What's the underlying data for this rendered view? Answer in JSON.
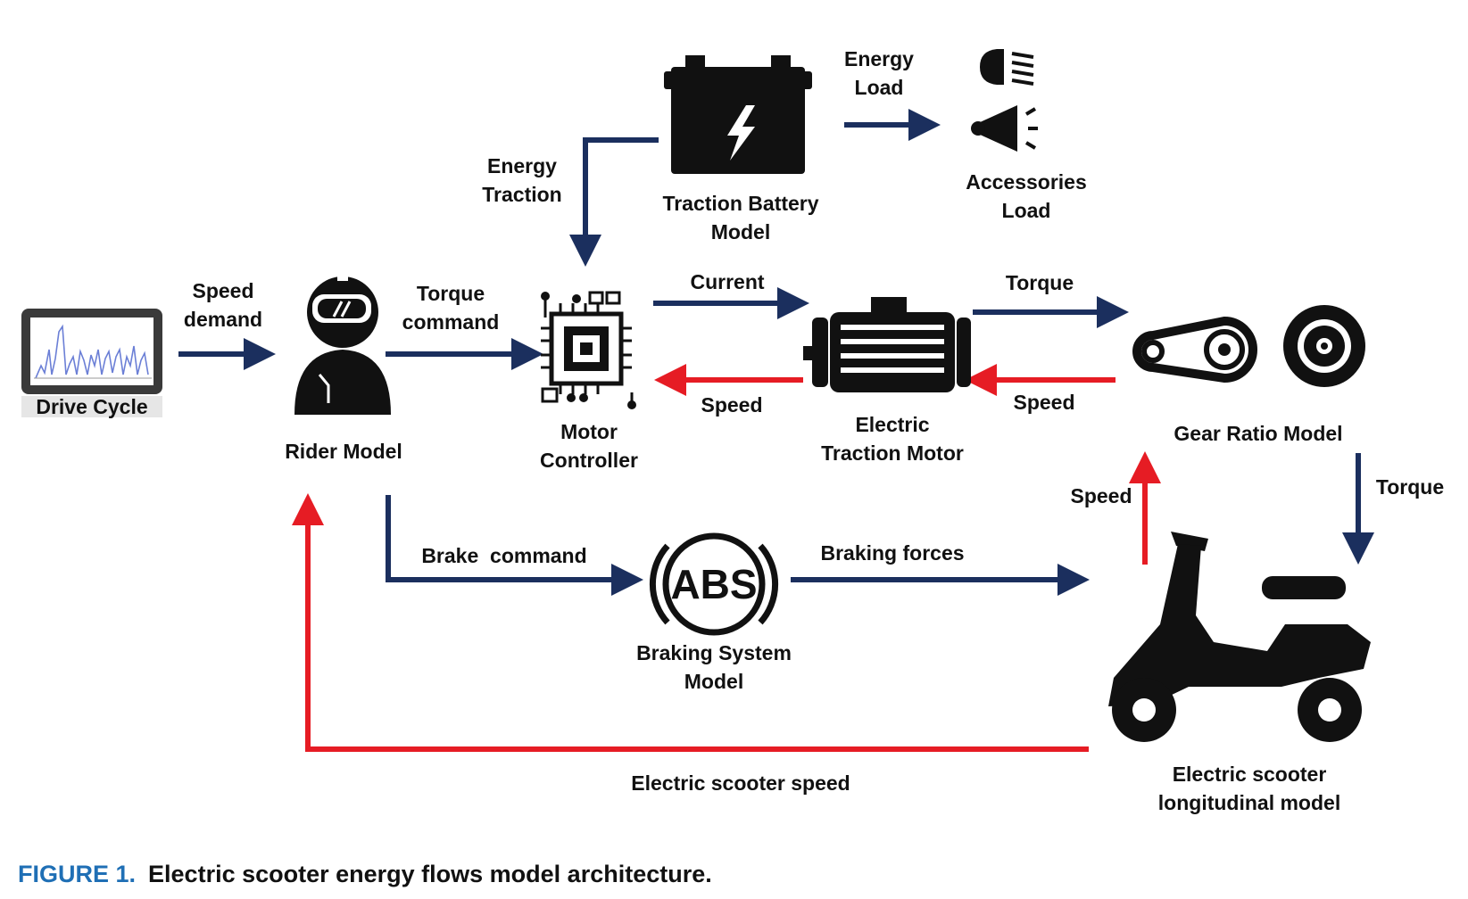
{
  "colors": {
    "flow_arrow": "#1b2f5e",
    "feedback_arrow": "#e61c24",
    "icon": "#111111",
    "caption_number": "#1f6fb5"
  },
  "blocks": {
    "drive_cycle": "Drive Cycle",
    "rider_model": "Rider Model",
    "motor_controller": "Motor\nController",
    "traction_battery": "Traction Battery\nModel",
    "accessories_load": "Accessories\nLoad",
    "electric_traction_motor": "Electric\nTraction Motor",
    "gear_ratio_model": "Gear Ratio Model",
    "braking_system": "Braking System\nModel",
    "scooter_model": "Electric scooter\nlongitudinal model",
    "abs_badge": "ABS"
  },
  "flows": {
    "speed_demand": "Speed\ndemand",
    "torque_command": "Torque\ncommand",
    "energy_traction": "Energy\nTraction",
    "energy_load": "Energy\nLoad",
    "current": "Current",
    "speed_controller": "Speed",
    "torque_motor": "Torque",
    "speed_motor": "Speed",
    "torque_gear": "Torque",
    "speed_scooter": "Speed",
    "brake_command": "Brake  command",
    "braking_forces": "Braking forces",
    "scooter_speed": "Electric scooter speed"
  },
  "caption": {
    "number": "FIGURE 1.",
    "text": "Electric scooter energy flows model architecture."
  }
}
